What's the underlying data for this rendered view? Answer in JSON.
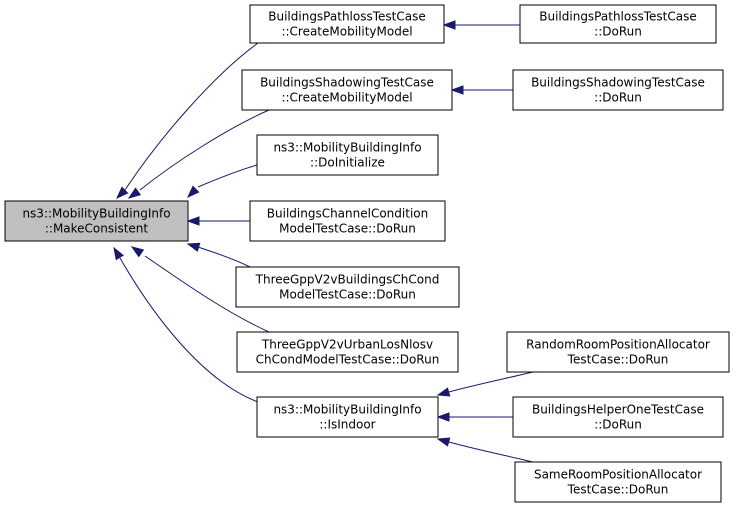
{
  "diagram": {
    "colors": {
      "edge": "#191970",
      "focus_fill": "#bfbfbf",
      "node_fill": "#ffffff",
      "border": "#000000"
    },
    "nodes": [
      {
        "id": "make-consistent",
        "focus": true,
        "lines": [
          "ns3::MobilityBuildingInfo",
          "::MakeConsistent"
        ]
      },
      {
        "id": "pathloss-create",
        "lines": [
          "BuildingsPathlossTestCase",
          "::CreateMobilityModel"
        ]
      },
      {
        "id": "pathloss-dorun",
        "lines": [
          "BuildingsPathlossTestCase",
          "::DoRun"
        ]
      },
      {
        "id": "shadowing-create",
        "lines": [
          "BuildingsShadowingTestCase",
          "::CreateMobilityModel"
        ]
      },
      {
        "id": "shadowing-dorun",
        "lines": [
          "BuildingsShadowingTestCase",
          "::DoRun"
        ]
      },
      {
        "id": "do-initialize",
        "lines": [
          "ns3::MobilityBuildingInfo",
          "::DoInitialize"
        ]
      },
      {
        "id": "channel-condition",
        "lines": [
          "BuildingsChannelCondition",
          "ModelTestCase::DoRun"
        ]
      },
      {
        "id": "v2v-buildings",
        "lines": [
          "ThreeGppV2vBuildingsChCond",
          "ModelTestCase::DoRun"
        ]
      },
      {
        "id": "v2v-urban",
        "lines": [
          "ThreeGppV2vUrbanLosNlosv",
          "ChCondModelTestCase::DoRun"
        ]
      },
      {
        "id": "is-indoor",
        "lines": [
          "ns3::MobilityBuildingInfo",
          "::IsIndoor"
        ]
      },
      {
        "id": "random-room",
        "lines": [
          "RandomRoomPositionAllocator",
          "TestCase::DoRun"
        ]
      },
      {
        "id": "helper-one",
        "lines": [
          "BuildingsHelperOneTestCase",
          "::DoRun"
        ]
      },
      {
        "id": "same-room",
        "lines": [
          "SameRoomPositionAllocator",
          "TestCase::DoRun"
        ]
      }
    ],
    "edges": [
      {
        "from": "pathloss-create",
        "to": "make-consistent"
      },
      {
        "from": "shadowing-create",
        "to": "make-consistent"
      },
      {
        "from": "do-initialize",
        "to": "make-consistent"
      },
      {
        "from": "channel-condition",
        "to": "make-consistent"
      },
      {
        "from": "v2v-buildings",
        "to": "make-consistent"
      },
      {
        "from": "v2v-urban",
        "to": "make-consistent"
      },
      {
        "from": "is-indoor",
        "to": "make-consistent"
      },
      {
        "from": "pathloss-dorun",
        "to": "pathloss-create"
      },
      {
        "from": "shadowing-dorun",
        "to": "shadowing-create"
      },
      {
        "from": "random-room",
        "to": "is-indoor"
      },
      {
        "from": "helper-one",
        "to": "is-indoor"
      },
      {
        "from": "same-room",
        "to": "is-indoor"
      }
    ]
  }
}
